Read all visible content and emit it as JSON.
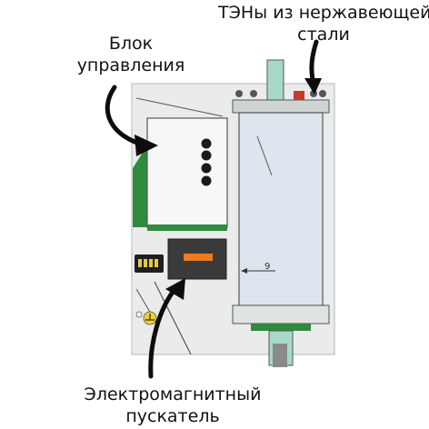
{
  "labels": {
    "heaters_line1": "ТЭНы из нержавеющей",
    "heaters_line2": "стали",
    "control_line1": "Блок",
    "control_line2": "управления",
    "contactor_line1": "Электромагнитный",
    "contactor_line2": "пускатель"
  },
  "diagram": {
    "tank_marker": "9"
  },
  "colors": {
    "housing": "#e9ecea",
    "green_accent": "#2f8a3d",
    "control_box": "#f7f7f7",
    "contactor_body": "#3a3a3a",
    "contactor_indicator": "#ee7a22",
    "tank": "#dde6ee",
    "pipe": "#a8d8c8",
    "ground_symbol": "#f2d22e",
    "arrow": "#0d0d0d"
  }
}
